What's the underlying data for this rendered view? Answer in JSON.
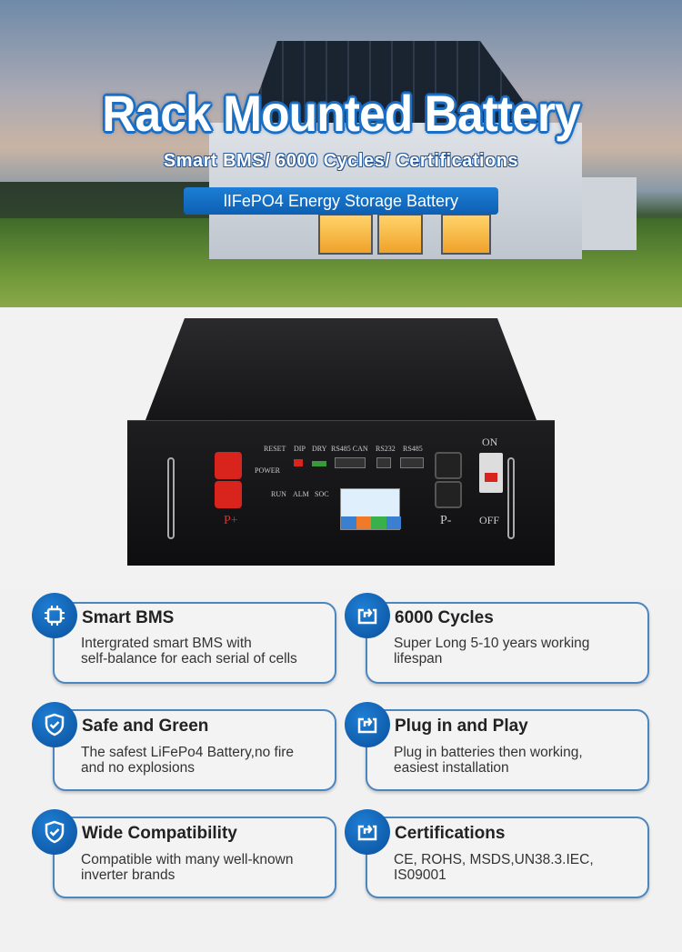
{
  "hero": {
    "title": "Rack Mounted Battery",
    "subtitle": "Smart BMS/ 6000 Cycles/ Certifications",
    "badge": "lIFePO4 Energy Storage Battery"
  },
  "battery": {
    "labels": {
      "reset": "RESET",
      "dip": "DIP",
      "dry": "DRY",
      "rs485_can": "RS485 CAN",
      "rs232": "RS232",
      "rs485": "RS485",
      "power": "POWER",
      "run": "RUN",
      "alm": "ALM",
      "soc": "SOC",
      "p_plus": "P+",
      "p_minus": "P-",
      "on": "ON",
      "off": "OFF"
    }
  },
  "features": [
    {
      "icon": "chip-icon",
      "title": "Smart BMS",
      "desc": [
        "Intergrated smart BMS with",
        "self-balance for each serial of cells"
      ]
    },
    {
      "icon": "cycle-icon",
      "title": "6000 Cycles",
      "desc": [
        "Super Long 5-10 years working",
        "lifespan"
      ]
    },
    {
      "icon": "shield-check-icon",
      "title": "Safe and Green",
      "desc": [
        "The safest LiFePo4 Battery,no fire",
        "and no explosions"
      ]
    },
    {
      "icon": "cycle-icon",
      "title": "Plug in and Play",
      "desc": [
        "Plug in batteries then working,",
        "easiest installation"
      ]
    },
    {
      "icon": "shield-check-icon",
      "title": "Wide Compatibility",
      "desc": [
        "Compatible with many well-known",
        "inverter brands"
      ]
    },
    {
      "icon": "cycle-icon",
      "title": "Certifications",
      "desc": [
        "CE, ROHS, MSDS,UN38.3.IEC,",
        "IS09001"
      ]
    }
  ],
  "colors": {
    "accent": "#1a6fc4",
    "card_border": "#4b86bf",
    "terminal_positive": "#d8241c"
  }
}
